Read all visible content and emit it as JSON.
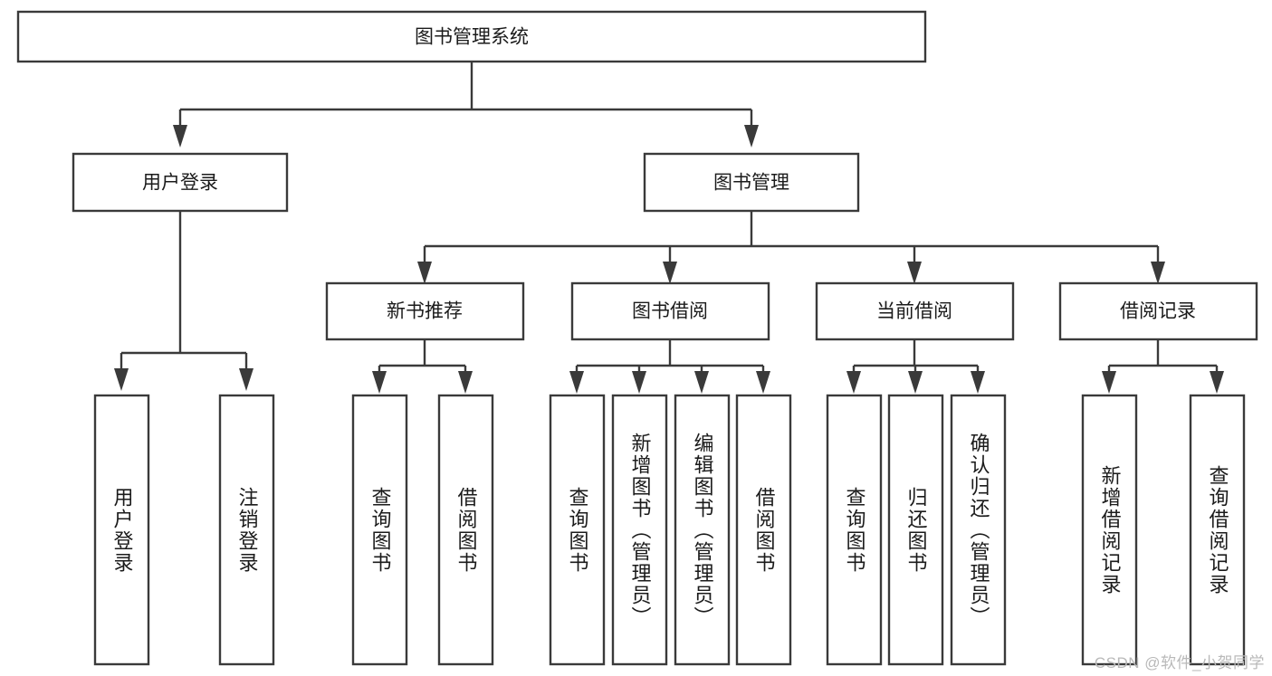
{
  "diagram": {
    "title": "图书管理系统",
    "type": "tree-hierarchy",
    "watermark": "CSDN @软件_小贺同学",
    "colors": {
      "stroke": "#3a3a3a",
      "fill": "#ffffff",
      "text": "#1b1b1b",
      "watermark": "#b9b9b9"
    },
    "levels": {
      "root": {
        "label": "图书管理系统"
      },
      "level2": [
        {
          "label": "用户登录"
        },
        {
          "label": "图书管理"
        }
      ],
      "level3": [
        {
          "label": "新书推荐"
        },
        {
          "label": "图书借阅"
        },
        {
          "label": "当前借阅"
        },
        {
          "label": "借阅记录"
        }
      ],
      "leaves_user_login": [
        {
          "label": "用户登录"
        },
        {
          "label": "注销登录"
        }
      ],
      "leaves_new_book": [
        {
          "label": "查询图书"
        },
        {
          "label": "借阅图书"
        }
      ],
      "leaves_borrow": [
        {
          "label": "查询图书"
        },
        {
          "label": "新增图书（管理员）"
        },
        {
          "label": "编辑图书（管理员）"
        },
        {
          "label": "借阅图书"
        }
      ],
      "leaves_current": [
        {
          "label": "查询图书"
        },
        {
          "label": "归还图书"
        },
        {
          "label": "确认归还（管理员）"
        }
      ],
      "leaves_record": [
        {
          "label": "新增借阅记录"
        },
        {
          "label": "查询借阅记录"
        }
      ]
    }
  }
}
